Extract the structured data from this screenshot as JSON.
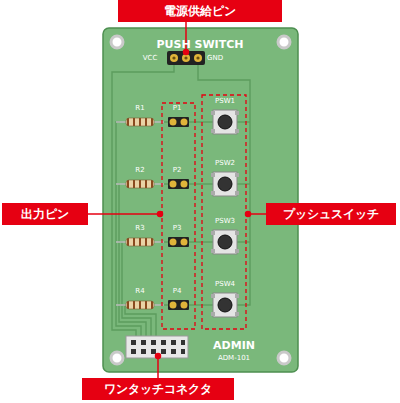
{
  "diagram": {
    "nodes": [
      {
        "text": [
          "電源供給ピン"
        ]
      },
      {
        "text": [
          "出力ピン"
        ]
      },
      {
        "text": [
          "プッシュスイッチ"
        ]
      },
      {
        "text": [
          "ワンタッチコネクタ"
        ]
      }
    ],
    "labels": [
      "PUSH SWITCH",
      "VCC",
      "GND",
      "R1",
      "P1",
      "PSW1",
      "R2",
      "P2",
      "PSW2",
      "R3",
      "P3",
      "PSW3",
      "R4",
      "P4",
      "PSW4",
      "ADMIN",
      "ADM-101"
    ]
  }
}
